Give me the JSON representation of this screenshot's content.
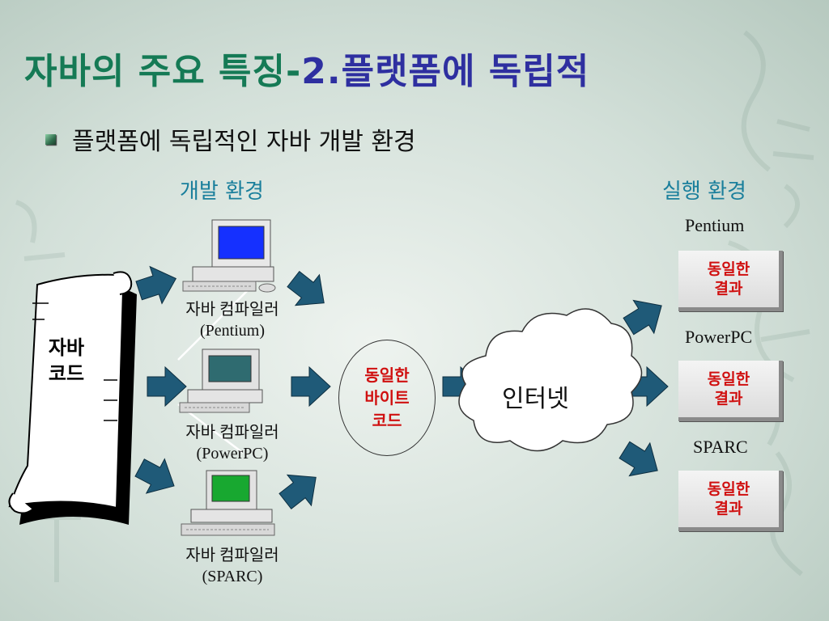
{
  "title": {
    "main": "자바의 주요 특징-",
    "accent": "2.플랫폼에 독립적"
  },
  "bullet": "플랫폼에 독립적인 자바 개발 환경",
  "dev_env_label": "개발 환경",
  "run_env_label": "실행 환경",
  "source_code": {
    "line1": "자바",
    "line2": "코드"
  },
  "compilers": [
    {
      "line1": "자바 컴파일러",
      "line2": "(Pentium)"
    },
    {
      "line1": "자바 컴파일러",
      "line2": "(PowerPC)"
    },
    {
      "line1": "자바 컴파일러",
      "line2": "(SPARC)"
    }
  ],
  "bytecode": {
    "line1": "동일한",
    "line2": "바이트",
    "line3": "코드"
  },
  "internet": "인터넷",
  "platforms": [
    {
      "name": "Pentium",
      "result1": "동일한",
      "result2": "결과"
    },
    {
      "name": "PowerPC",
      "result1": "동일한",
      "result2": "결과"
    },
    {
      "name": "SPARC",
      "result1": "동일한",
      "result2": "결과"
    }
  ],
  "colors": {
    "title_main": "#157a55",
    "title_accent": "#2e2fa0",
    "env_label": "#1a7f9c",
    "result_text": "#d01010",
    "arrow": "#1f5a78"
  }
}
